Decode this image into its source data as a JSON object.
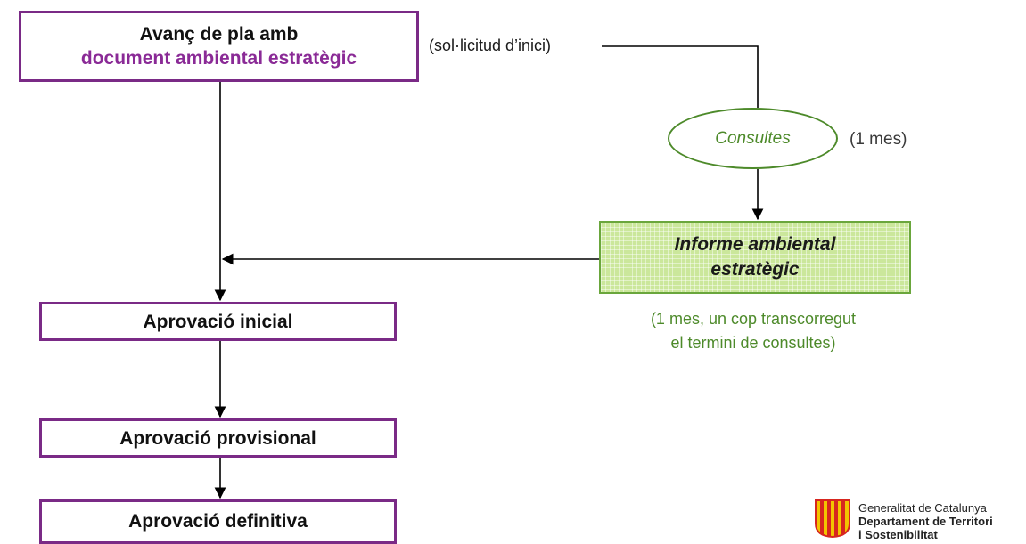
{
  "boxes": {
    "avanc": {
      "line1": "Avanç de pla amb",
      "line2": "document ambiental estratègic"
    },
    "inicial": "Aprovació inicial",
    "provisional": "Aprovació provisional",
    "definitiva": "Aprovació definitiva"
  },
  "request_label": "(sol·licitud d’inici)",
  "consultes": {
    "label": "Consultes",
    "duration": "(1 mes)"
  },
  "informe": {
    "line1": "Informe ambiental",
    "line2": "estratègic",
    "note_line1": "(1 mes, un cop transcorregut",
    "note_line2": "el termini de consultes)"
  },
  "logo": {
    "line1": "Generalitat de Catalunya",
    "line2": "Departament de Territori",
    "line3": "i Sostenibilitat"
  },
  "colors": {
    "box_border": "#7a2a86",
    "accent_text": "#8a2a96",
    "green_text": "#4d8a2a",
    "informe_fill": "#cbe79b",
    "logo_red": "#d7261f",
    "logo_gold": "#f2c400"
  }
}
